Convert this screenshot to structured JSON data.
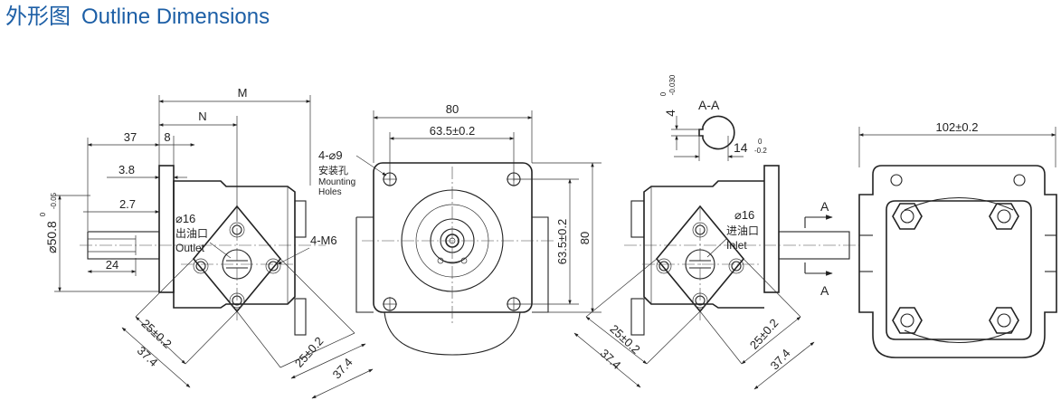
{
  "title": {
    "cn": "外形图",
    "en": "Outline Dimensions"
  },
  "colors": {
    "title": "#1d5fa6",
    "line": "#222222",
    "background": "#ffffff"
  },
  "left_view": {
    "dim_M": "M",
    "dim_N": "N",
    "dim_37": "37",
    "dim_8": "8",
    "dim_3_8": "3.8",
    "dim_2_7": "2.7",
    "dim_24": "24",
    "shaft_dia": "⌀50.8",
    "shaft_tol_upper": "0",
    "shaft_tol_lower": "-0.05",
    "port_dia": "⌀16",
    "port_cn": "出油口",
    "port_en": "Outlet",
    "thread": "4-M6",
    "diag_25_a": "25±0.2",
    "diag_37_4_a": "37.4",
    "diag_25_b": "25±0.2",
    "diag_37_4_b": "37.4"
  },
  "front_view": {
    "dim_80_top": "80",
    "dim_63_5_top": "63.5±0.2",
    "dim_63_5_side": "63.5±0.2",
    "dim_80_side": "80",
    "holes": "4-⌀9",
    "holes_cn": "安装孔",
    "holes_en_1": "Mounting",
    "holes_en_2": "Holes"
  },
  "key_section": {
    "label": "A-A",
    "key_width": "4",
    "key_tol_upper": "0",
    "key_tol_lower": "-0.030",
    "key_depth": "14",
    "depth_tol_upper": "0",
    "depth_tol_lower": "-0.2"
  },
  "right_view": {
    "port_dia": "⌀16",
    "port_cn": "进油口",
    "port_en": "Inlet",
    "section_a_top": "A",
    "section_a_bottom": "A",
    "diag_25_a": "25±0.2",
    "diag_37_4_a": "37.4",
    "diag_25_b": "25±0.2",
    "diag_37_4_b": "37.4"
  },
  "top_view": {
    "dim_102": "102±0.2"
  }
}
